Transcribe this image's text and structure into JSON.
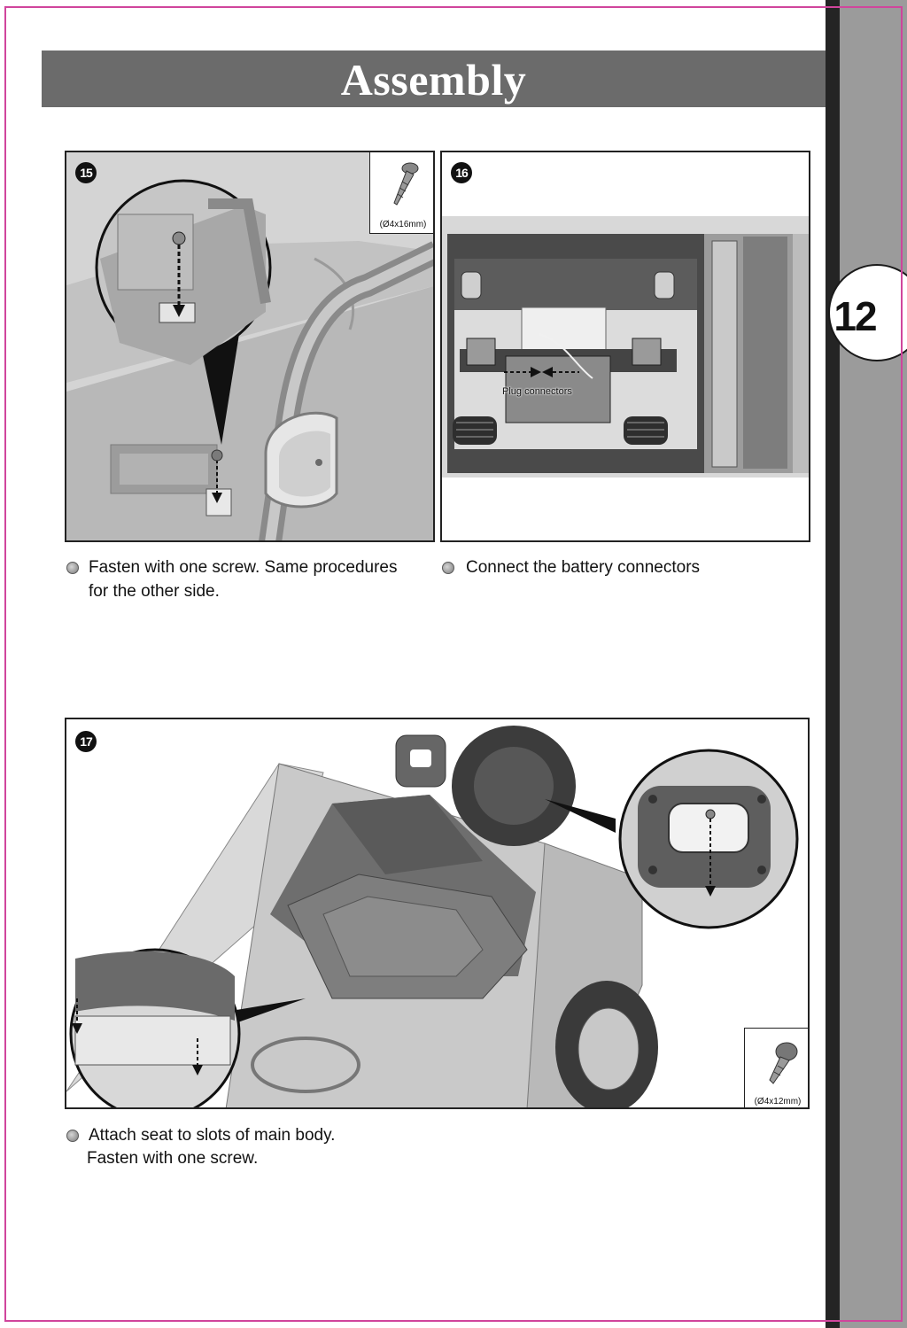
{
  "page": {
    "title": "Assembly",
    "page_number": "12"
  },
  "steps": [
    {
      "number": "15",
      "screw": "(Ø4x16mm)",
      "caption": [
        "Fasten with one screw. Same procedures",
        "for the other side."
      ]
    },
    {
      "number": "16",
      "callout": "Plug connectors",
      "caption": [
        "Connect the battery connectors"
      ]
    },
    {
      "number": "17",
      "screw": "(Ø4x12mm)",
      "caption": [
        "Attach seat to slots of main body.",
        "Fasten with one screw."
      ]
    }
  ],
  "colors": {
    "header": "#6b6b6b",
    "sidebar_dark": "#242424",
    "sidebar_light": "#9b9b9b",
    "trim": "#d0459c"
  },
  "icons": [
    "screw-icon",
    "arrow-icon",
    "bullet-icon"
  ]
}
